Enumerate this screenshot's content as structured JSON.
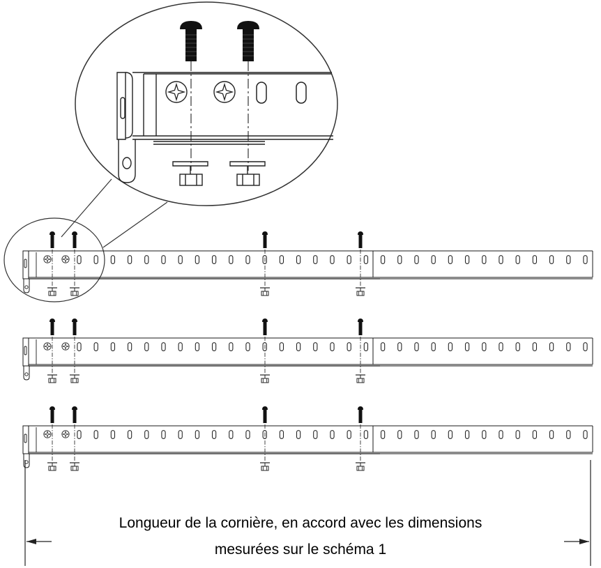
{
  "caption": {
    "line1": "Longueur de la cornière, en accord avec les dimensions",
    "line2": "mesurées sur le schéma 1"
  },
  "colors": {
    "ink": "#1a1a1a",
    "screw": "#111111",
    "background": "#ffffff"
  },
  "rails": {
    "count": 3,
    "screws_per_rail": 4
  },
  "icons": [
    "screw-icon",
    "nut-icon",
    "mounting-hole-icon",
    "dimension-arrow-icon"
  ]
}
